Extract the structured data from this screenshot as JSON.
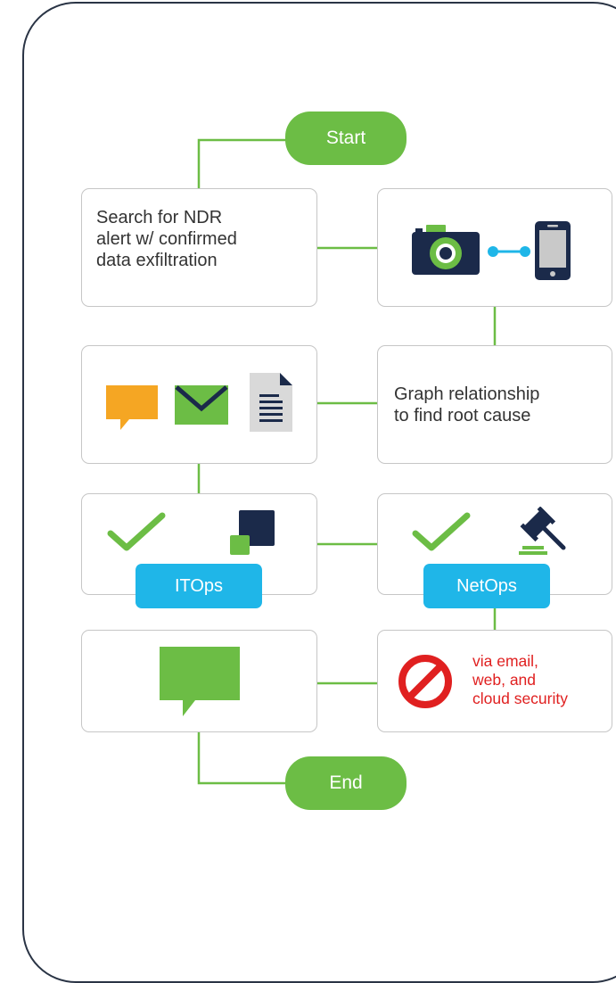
{
  "diagram": {
    "start_label": "Start",
    "end_label": "End",
    "steps": {
      "search": "Search for NDR\nalert w/ confirmed\ndata exfiltration",
      "graph": "Graph relationship\nto find root cause",
      "block": "via email,\nweb, and\ncloud security"
    },
    "tags": {
      "itops": "ITOps",
      "netops": "NetOps"
    }
  },
  "colors": {
    "accent_green": "#6cbd45",
    "tag_blue": "#1fb6e8",
    "navy": "#1b2a4a",
    "alert_red": "#e02020",
    "chat_orange": "#f5a623"
  }
}
